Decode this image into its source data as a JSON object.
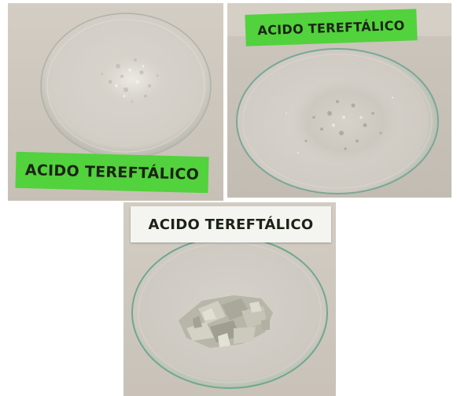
{
  "photos": [
    {
      "label": "ACIDO TEREFTÁLICO",
      "label_color": "#52d23c"
    },
    {
      "label": "ACIDO TEREFTÁLICO",
      "label_color": "#52d23c"
    },
    {
      "label": "ACIDO TEREFTÁLICO",
      "label_color": "#f4f4f0"
    }
  ]
}
